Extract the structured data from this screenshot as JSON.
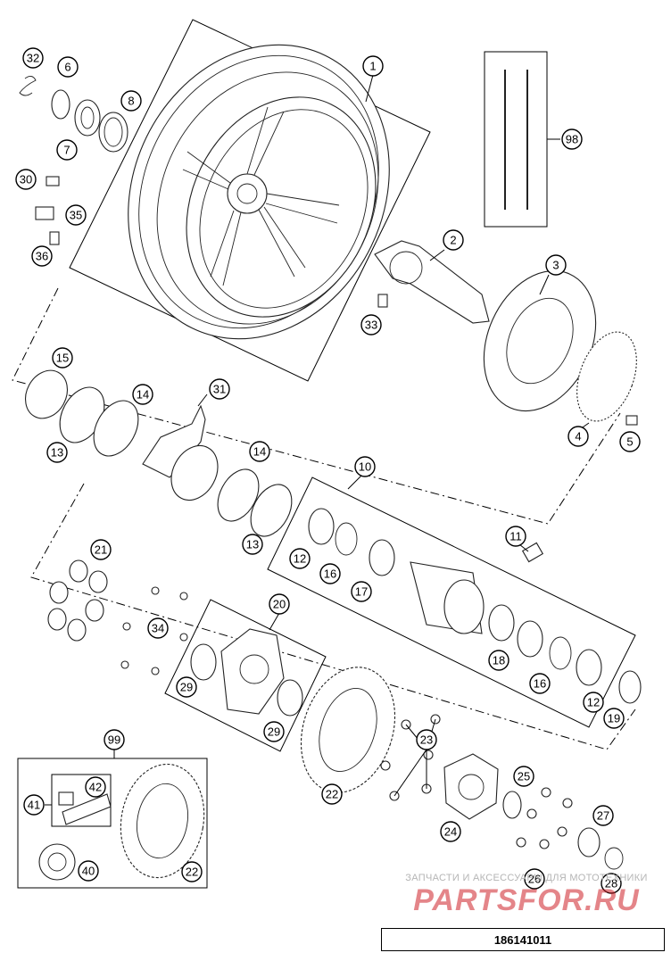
{
  "diagram": {
    "drawing_number": "186141011",
    "watermark": {
      "line": "ЗАПЧАСТИ И АКСЕССУАРЫ ДЛЯ МОТОТЕХНИКИ",
      "logo": "PARTSFOR.RU"
    },
    "callouts": [
      "1",
      "2",
      "3",
      "4",
      "5",
      "6",
      "7",
      "8",
      "10",
      "11",
      "12",
      "12",
      "13",
      "13",
      "14",
      "14",
      "15",
      "16",
      "16",
      "17",
      "18",
      "19",
      "20",
      "21",
      "22",
      "22",
      "23",
      "24",
      "25",
      "26",
      "27",
      "28",
      "29",
      "29",
      "30",
      "31",
      "32",
      "33",
      "34",
      "35",
      "36",
      "40",
      "41",
      "42",
      "98",
      "99"
    ]
  }
}
